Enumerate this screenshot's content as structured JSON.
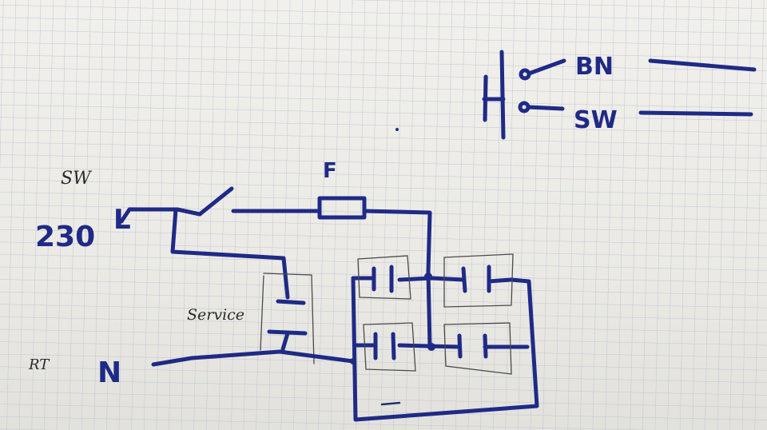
{
  "labels": {
    "sw_top": "SW",
    "voltage": "230",
    "line": "L",
    "fuse": "F",
    "service": "Service",
    "rt": "RT",
    "neutral": "N",
    "legend_bn": "BN",
    "legend_sw": "SW"
  },
  "colors": {
    "ink": "#1f2a86",
    "pencil": "#4a4a4a",
    "paper": "#efeee9",
    "grid": "#bfc5d2"
  }
}
